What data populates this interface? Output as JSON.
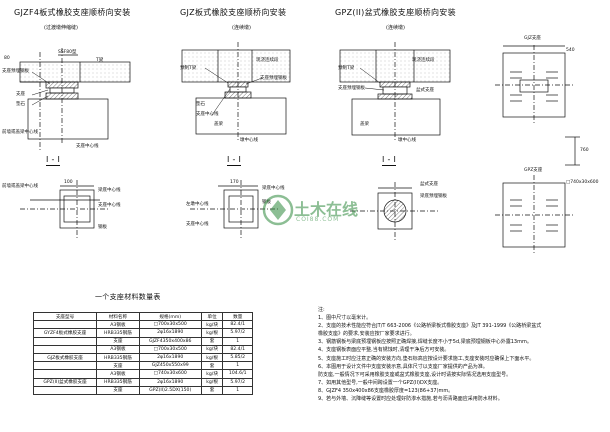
{
  "titles": {
    "t1": "GJZF4板式橡胶支座顺桥向安装",
    "t2": "GJZ板式橡胶支座顺桥向安装",
    "t3": "GPZ(II)盆式橡胶支座顺桥向安装",
    "s1": "(过渡墩伸缩缝)",
    "s2": "(连续墩)",
    "s3": "(连续墩)",
    "sec1": "I - I",
    "sec2": "I - I",
    "sec3": "I - I"
  },
  "labels": {
    "d1_top": "SSF80型",
    "d1_t": "T梁",
    "d1_a": "支座预埋钢板",
    "d1_b": "支座",
    "d1_c": "垫石",
    "d1_d": "前墙或盖梁中心线",
    "d1_e": "支座中心线",
    "d2_a": "预制T梁",
    "d2_b": "现浇连续段",
    "d2_c": "支座预埋钢板",
    "d2_d": "垫石",
    "d2_e": "支座中心线",
    "d2_f": "盖梁",
    "d2_g": "墩中心线",
    "d3_a": "预制T梁",
    "d3_b": "现浇连续段",
    "d3_c": "支座预埋钢板",
    "d3_d": "盆式支座",
    "d3_e": "盖梁",
    "d3_f": "墩中心线",
    "s1_a": "前墙或盖梁中心线",
    "s1_b": "梁底中心线",
    "s1_c": "支座中心线",
    "s1_d": "钢板",
    "s2_a": "左墩中心线",
    "s2_b": "支座中心线",
    "s2_c": "梁底中心线",
    "s2_d": "钢板",
    "s3_a": "盆式支座",
    "s3_b": "梁底预埋钢板",
    "r_top": "GJZ支座",
    "r_mid": "GPZ支座",
    "r_mid2": "□740x30x600",
    "d_100": "100",
    "d_170": "170",
    "d_540": "540",
    "d_760": "760",
    "d_80": "80"
  },
  "table": {
    "title": "一个支座材料数量表",
    "headers": [
      "支座型号",
      "材料名称",
      "规格(mm)",
      "单位",
      "数量"
    ],
    "rows": [
      [
        "",
        "A3钢板",
        "□700x30x500",
        "kg/块",
        "82.4/1"
      ],
      [
        "GYZF4板式橡胶支座",
        "HRB335钢筋",
        "2φ16x1890",
        "kg/根",
        "5.97/2"
      ],
      [
        "",
        "支座",
        "GJZF4350x400x86",
        "套",
        "1"
      ],
      [
        "",
        "A3钢板",
        "□700x30x500",
        "kg/块",
        "82.4/1"
      ],
      [
        "GJZ板式橡胶支座",
        "HRB335钢筋",
        "2φ16x1890",
        "kg/根",
        "5.85/2"
      ],
      [
        "",
        "支座",
        "GJZ450x550x99",
        "套",
        "1"
      ],
      [
        "",
        "A3钢板",
        "□740x30x600",
        "kg/块",
        "104.6/1"
      ],
      [
        "GPZ(II)盆式橡胶支座",
        "HRB335钢筋",
        "2φ16x1890",
        "kg/根",
        "5.97/2"
      ],
      [
        "",
        "支座",
        "GPZ(II)2.5DX(150)",
        "套",
        "1"
      ]
    ]
  },
  "notes": {
    "heading": "注:",
    "lines": [
      "1、图中尺寸以毫米计。",
      "2、支座的技术性能应符合JT/T 663-2006《公路桥梁板式橡胶支座》及JT 391-1999《公路桥梁盆式",
      "   橡胶支座》的要求,安装应按厂家要求进行。",
      "3、钢筋钢板与梁底预埋钢板应按照正确焊接,焊缝长度不小于5d,梁底预埋钢板中心外露13mm。",
      "4、支座钢板表面应平整,当有锈蚀时,清理干净后方可安装。",
      "5、支座施工时应注意正确的安装方向,垫石标高应按设计要求施工,支座安装时应确保上下面水平。",
      "6、本图用于设计文件中支座安装示意,具体尺寸以支座厂家提供的产品为准。",
      "   防支座,一般情况下可采用橡胶支座或盆式橡胶支座,设计时请按实际情况选用支座型号。",
      "7、如用其他型号,一般中间跨设置一个GPZ(II)DX支座。",
      "8、GJZF4 350x400x86支座橡胶厚度=123(86+37)mm。",
      "9、若与外墙、沉降缝等设置时应处理好防渗水措施,若与沥青路面应采用防水材料。"
    ]
  },
  "watermark": {
    "big": "土木在线",
    "small": "COI88.COM"
  },
  "colors": {
    "line": "#111111",
    "hatch": "#222222",
    "accent": "#555555"
  }
}
